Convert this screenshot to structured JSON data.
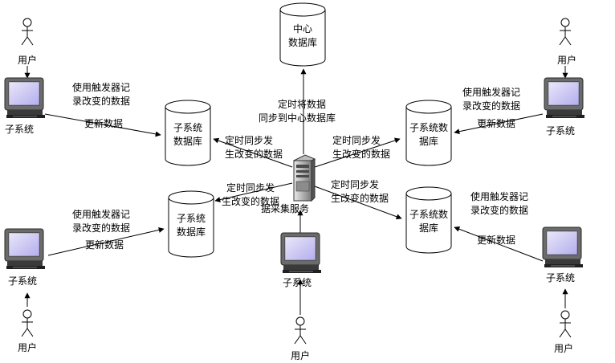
{
  "nodes": {
    "center_db": {
      "line1": "中心",
      "line2": "数据库"
    },
    "sub_db_left_top": {
      "line1": "子系统",
      "line2": "数据库"
    },
    "sub_db_left_bottom": {
      "line1": "子系统",
      "line2": "数据库"
    },
    "sub_db_right_top": {
      "line1": "子系统数",
      "line2": "据库"
    },
    "sub_db_right_bottom": {
      "line1": "子系统数",
      "line2": "据库"
    },
    "server": {
      "label": "据采集服务"
    },
    "subsystem_top_left": {
      "label": "子系统"
    },
    "subsystem_bottom_left": {
      "label": "子系统"
    },
    "subsystem_bottom_center": {
      "label": "子系统"
    },
    "subsystem_top_right": {
      "label": "子系统"
    },
    "subsystem_bottom_right": {
      "label": "子系统"
    },
    "user_top_left": {
      "label": "用户"
    },
    "user_bottom_left": {
      "label": "用户"
    },
    "user_bottom_center": {
      "label": "用户"
    },
    "user_top_right": {
      "label": "用户"
    },
    "user_bottom_right": {
      "label": "用户"
    }
  },
  "annotations": {
    "trigger_tl_1": "使用触发器记",
    "trigger_tl_2": "录改变的数据",
    "update_tl": "更新数据",
    "sync_center_1": "定时将数据",
    "sync_center_2": "同步到中心数据库",
    "trigger_tr_1": "使用触发器记",
    "trigger_tr_2": "录改变的数据",
    "update_tr": "更新数据",
    "sync_lt_1": "定时同步发",
    "sync_lt_2": "生改变的数据",
    "sync_rt_1": "定时同步发",
    "sync_rt_2": "生改变的数据",
    "sync_lb_1": "定时同步发",
    "sync_lb_2": "生改变的数据",
    "sync_rb_1": "定时同步发",
    "sync_rb_2": "生改变的数据",
    "trigger_bl_1": "使用触发器记",
    "trigger_bl_2": "录改变的数据",
    "update_bl": "更新数据",
    "trigger_br_1": "使用触发器记",
    "trigger_br_2": "录改变的数据",
    "update_br": "更新数据"
  }
}
